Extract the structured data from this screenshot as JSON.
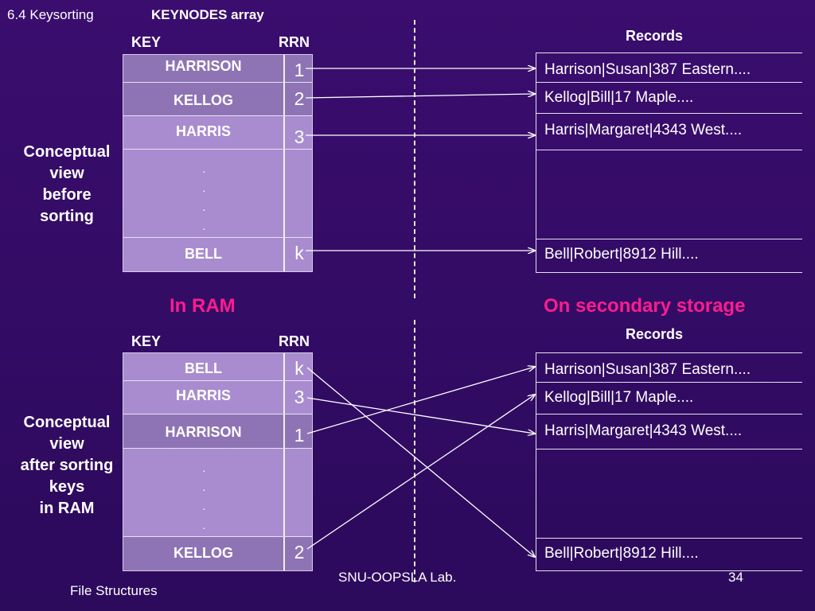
{
  "header": {
    "section": "6.4 Keysorting",
    "title": "KEYNODES array"
  },
  "top_table": {
    "key_header": "KEY",
    "rrn_header": "RRN",
    "rows": [
      {
        "key": "HARRISON",
        "rrn": "1"
      },
      {
        "key": "KELLOG",
        "rrn": "2"
      },
      {
        "key": "HARRIS",
        "rrn": "3"
      },
      {
        "key": "",
        "rrn": ""
      },
      {
        "key": "BELL",
        "rrn": "k"
      }
    ],
    "side_label": [
      "Conceptual",
      "view",
      "before",
      "sorting"
    ]
  },
  "top_records": {
    "header": "Records",
    "items": [
      "Harrison|Susan|387 Eastern....",
      "Kellog|Bill|17 Maple....",
      "Harris|Margaret|4343 West....",
      "",
      "Bell|Robert|8912 Hill...."
    ]
  },
  "regions": {
    "left": "In RAM",
    "right": "On secondary storage"
  },
  "bottom_table": {
    "key_header": "KEY",
    "rrn_header": "RRN",
    "rows": [
      {
        "key": "BELL",
        "rrn": "k"
      },
      {
        "key": "HARRIS",
        "rrn": "3"
      },
      {
        "key": "HARRISON",
        "rrn": "1"
      },
      {
        "key": "",
        "rrn": ""
      },
      {
        "key": "KELLOG",
        "rrn": "2"
      }
    ],
    "side_label": [
      "Conceptual",
      "view",
      "after sorting",
      "keys",
      "in RAM"
    ]
  },
  "bottom_records": {
    "header": "Records",
    "items": [
      "Harrison|Susan|387 Eastern....",
      "Kellog|Bill|17 Maple....",
      "Harris|Margaret|4343 West....",
      "",
      "Bell|Robert|8912 Hill...."
    ]
  },
  "footer": {
    "left": "File Structures",
    "center": "SNU-OOPSLA Lab.",
    "page": "34"
  },
  "colors": {
    "background": "#2c0a5c",
    "key_cell_dark": "#8e74b4",
    "key_cell_light": "#a88ccf",
    "accent": "#ff1c8f"
  }
}
